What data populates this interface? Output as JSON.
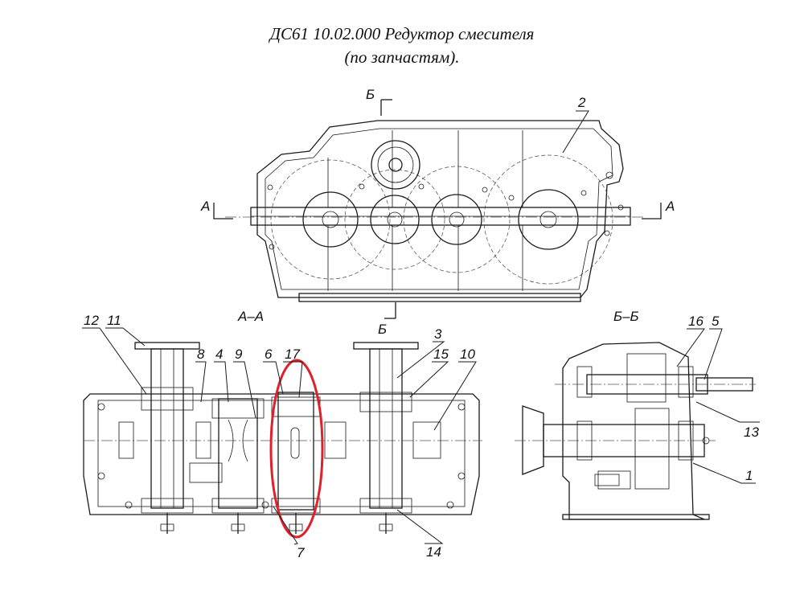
{
  "title": {
    "line1": "ДС61 10.02.000 Редуктор смесителя",
    "line2": "(по запчастям)."
  },
  "section_marks": {
    "b_top": "Б",
    "b_bottom": "Б",
    "a_left": "А",
    "a_right": "А"
  },
  "view_titles": {
    "section_aa": "А–А",
    "section_bb": "Б–Б"
  },
  "part_numbers": {
    "p1": "1",
    "p2": "2",
    "p3": "3",
    "p4": "4",
    "p5": "5",
    "p6": "6",
    "p7": "7",
    "p8": "8",
    "p9": "9",
    "p10": "10",
    "p11": "11",
    "p12": "12",
    "p13": "13",
    "p14": "14",
    "p15": "15",
    "p16": "16",
    "p17": "17"
  },
  "colors": {
    "line": "#1a1a1a",
    "highlight": "#e0202a"
  }
}
